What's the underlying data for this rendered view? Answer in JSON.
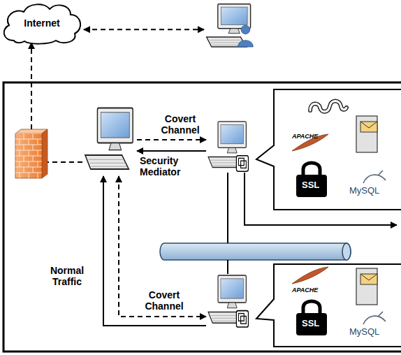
{
  "diagram": {
    "nodes": [
      {
        "text": [
          "Internet"
        ]
      },
      {
        "text": []
      },
      {
        "text": []
      },
      {
        "text": [
          "Security Mediator"
        ]
      },
      {
        "text": []
      },
      {
        "text": [
          "APACHE",
          "SSL",
          "MySQL"
        ]
      },
      {
        "text": []
      },
      {
        "text": [
          "APACHE",
          "SSL",
          "MySQL"
        ]
      }
    ],
    "edges": [
      {
        "from": 0,
        "to": 1,
        "arrow": "both"
      },
      {
        "from": 2,
        "to": 0,
        "arrow": "to"
      },
      {
        "from": 3,
        "to": 2,
        "arrow": "none"
      },
      {
        "from": 3,
        "to": 4,
        "label": "Covert Channel",
        "arrow": "to"
      },
      {
        "from": 4,
        "to": 3,
        "arrow": "to"
      },
      {
        "from": 3,
        "to": 6,
        "label": "Covert Channel",
        "arrow": "both"
      },
      {
        "from": 6,
        "to": 3,
        "label": "Normal Traffic",
        "arrow": "to"
      }
    ]
  }
}
